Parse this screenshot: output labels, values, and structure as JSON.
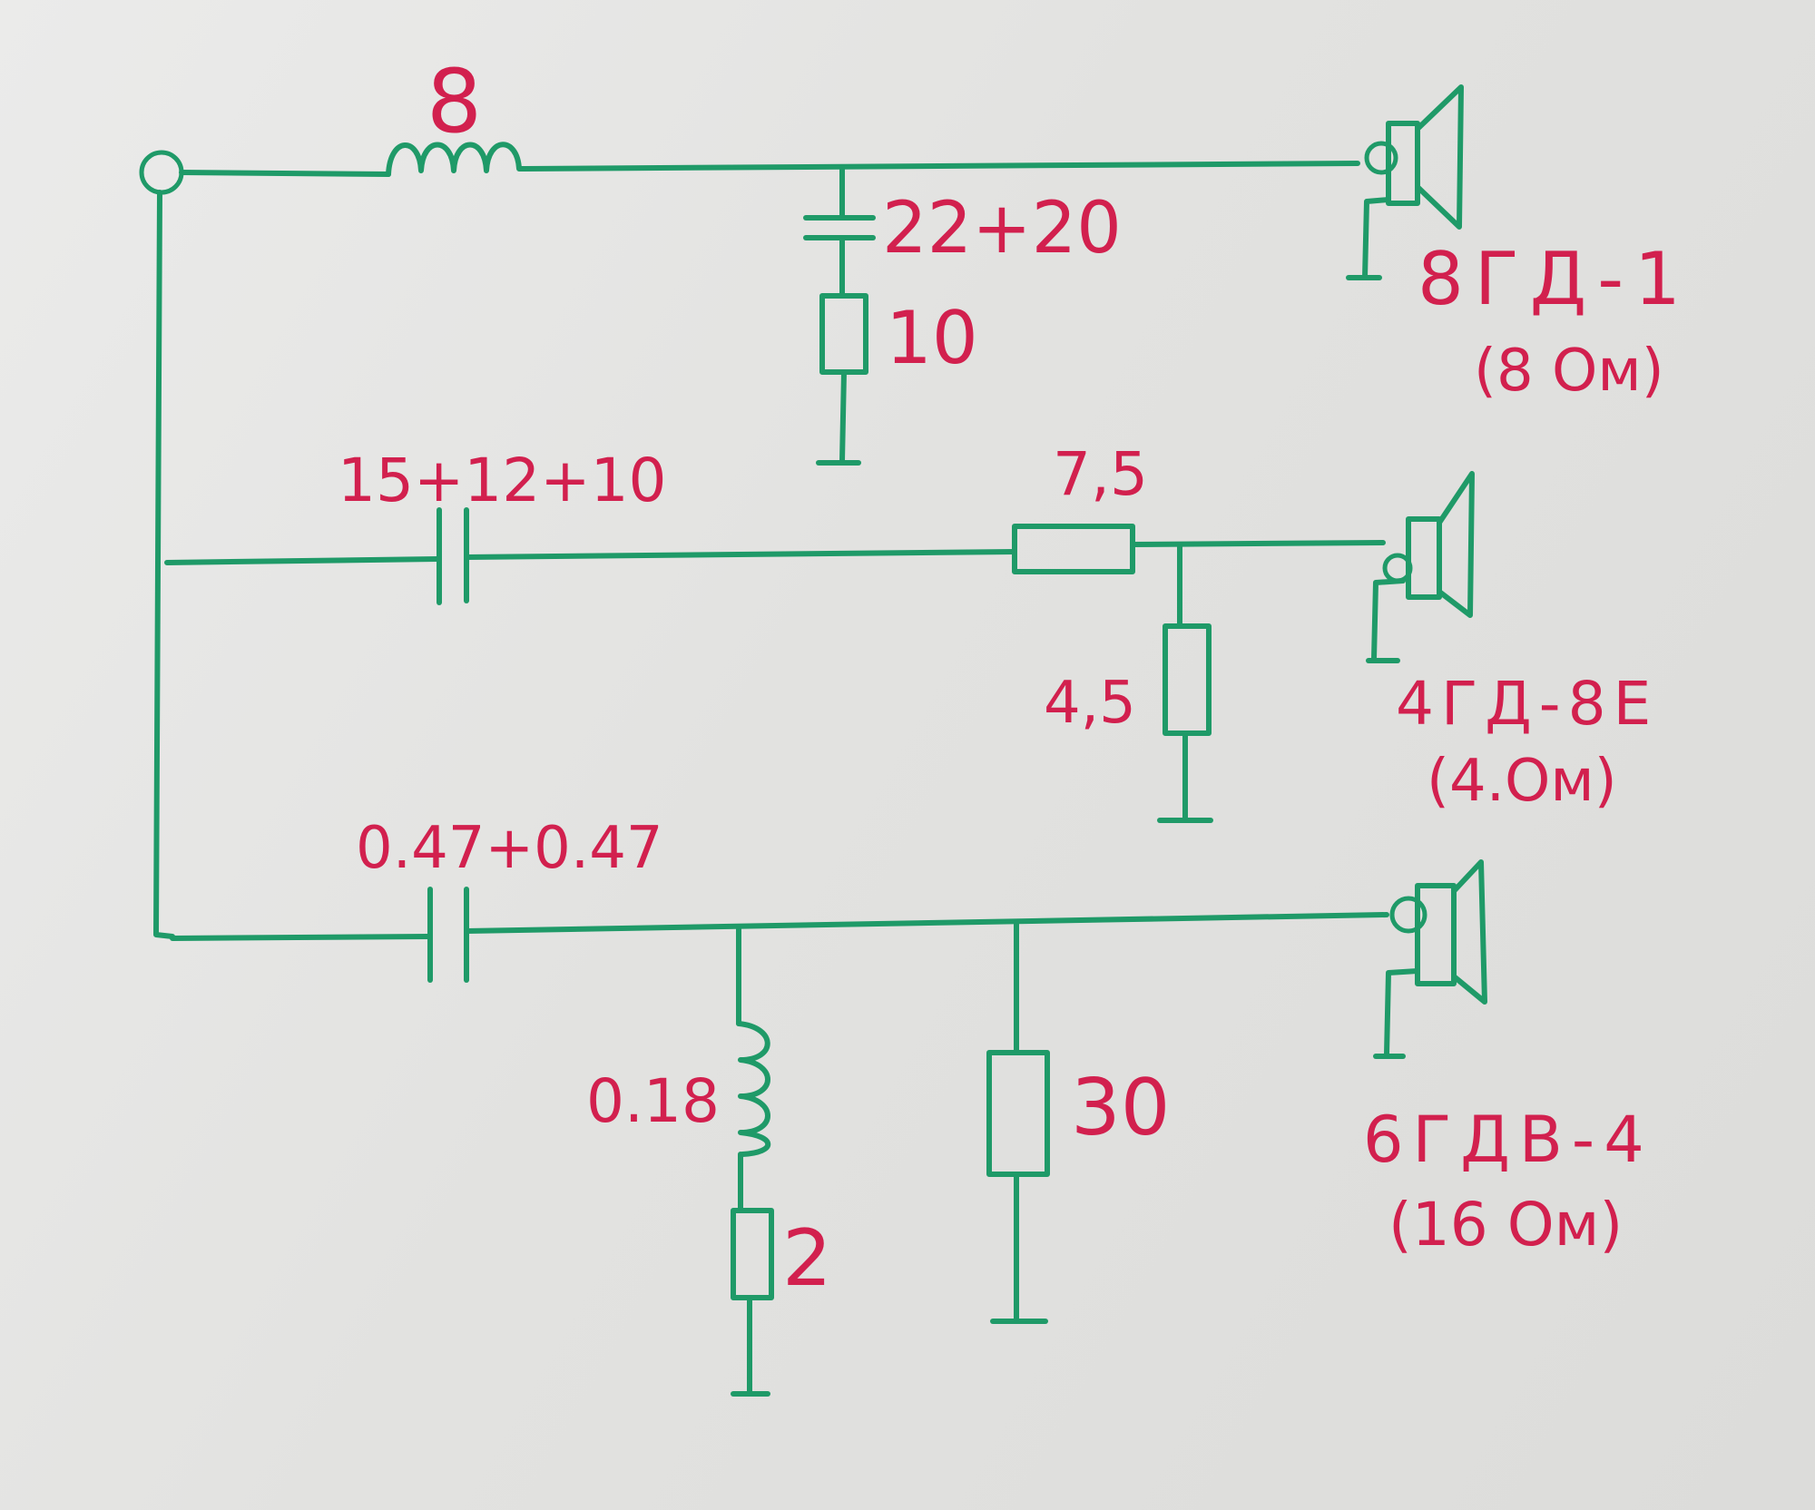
{
  "colors": {
    "ink_wire": "#1f9a68",
    "ink_label": "#d2204e",
    "paper": "#e6e6e4"
  },
  "labels": {
    "l_input": "8",
    "c_tweeter": "22+20",
    "r_tweeter": "10",
    "spk1_model": "8ГД-1",
    "spk1_imp": "(8 Ом)",
    "c_mid": "15+12+10",
    "r_mid_series": "7,5",
    "r_mid_shunt": "4,5",
    "spk2_model": "4ГД-8Е",
    "spk2_imp": "(4.Ом)",
    "c_low": "0.47+0.47",
    "l_low": "0.18",
    "r_low_series": "2",
    "r_low_shunt": "30",
    "spk3_model": "6ГДВ-4",
    "spk3_imp": "(16 Ом)"
  }
}
